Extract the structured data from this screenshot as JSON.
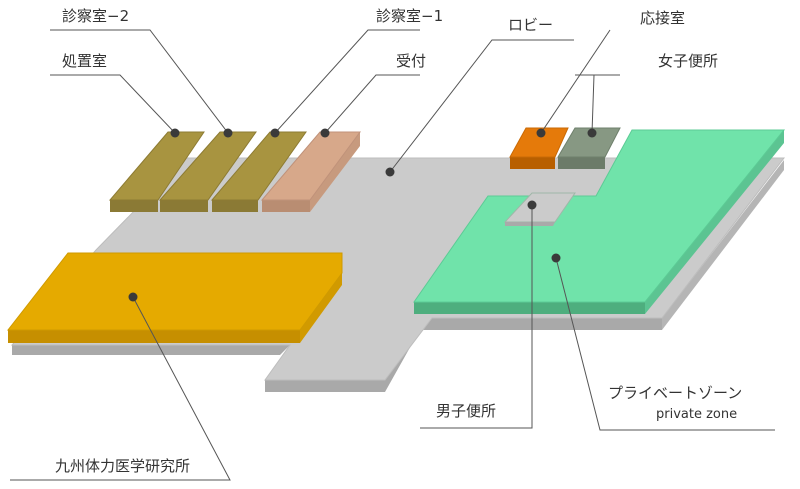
{
  "labels": {
    "room_exam_2": "診察室−2",
    "room_exam_1": "診察室−1",
    "room_treatment": "処置室",
    "room_reception": "受付",
    "lobby": "ロビー",
    "room_reception_lounge": "応接室",
    "womens_restroom": "女子便所",
    "mens_restroom": "男子便所",
    "private_zone_jp": "プライベートゾーン",
    "private_zone_en": "private zone",
    "institute": "九州体力医学研究所"
  },
  "colors": {
    "floor_top": "#cbcbcb",
    "floor_side": "#a9a9a9",
    "exam_room": "#a89440",
    "reception": "#d7a88a",
    "institute": "#e5aa00",
    "private_zone": "#70e3aa",
    "lounge": "#e57a0a",
    "womens_restroom": "#879883",
    "leader_line": "#555555",
    "dot": "#3a3a3a"
  }
}
